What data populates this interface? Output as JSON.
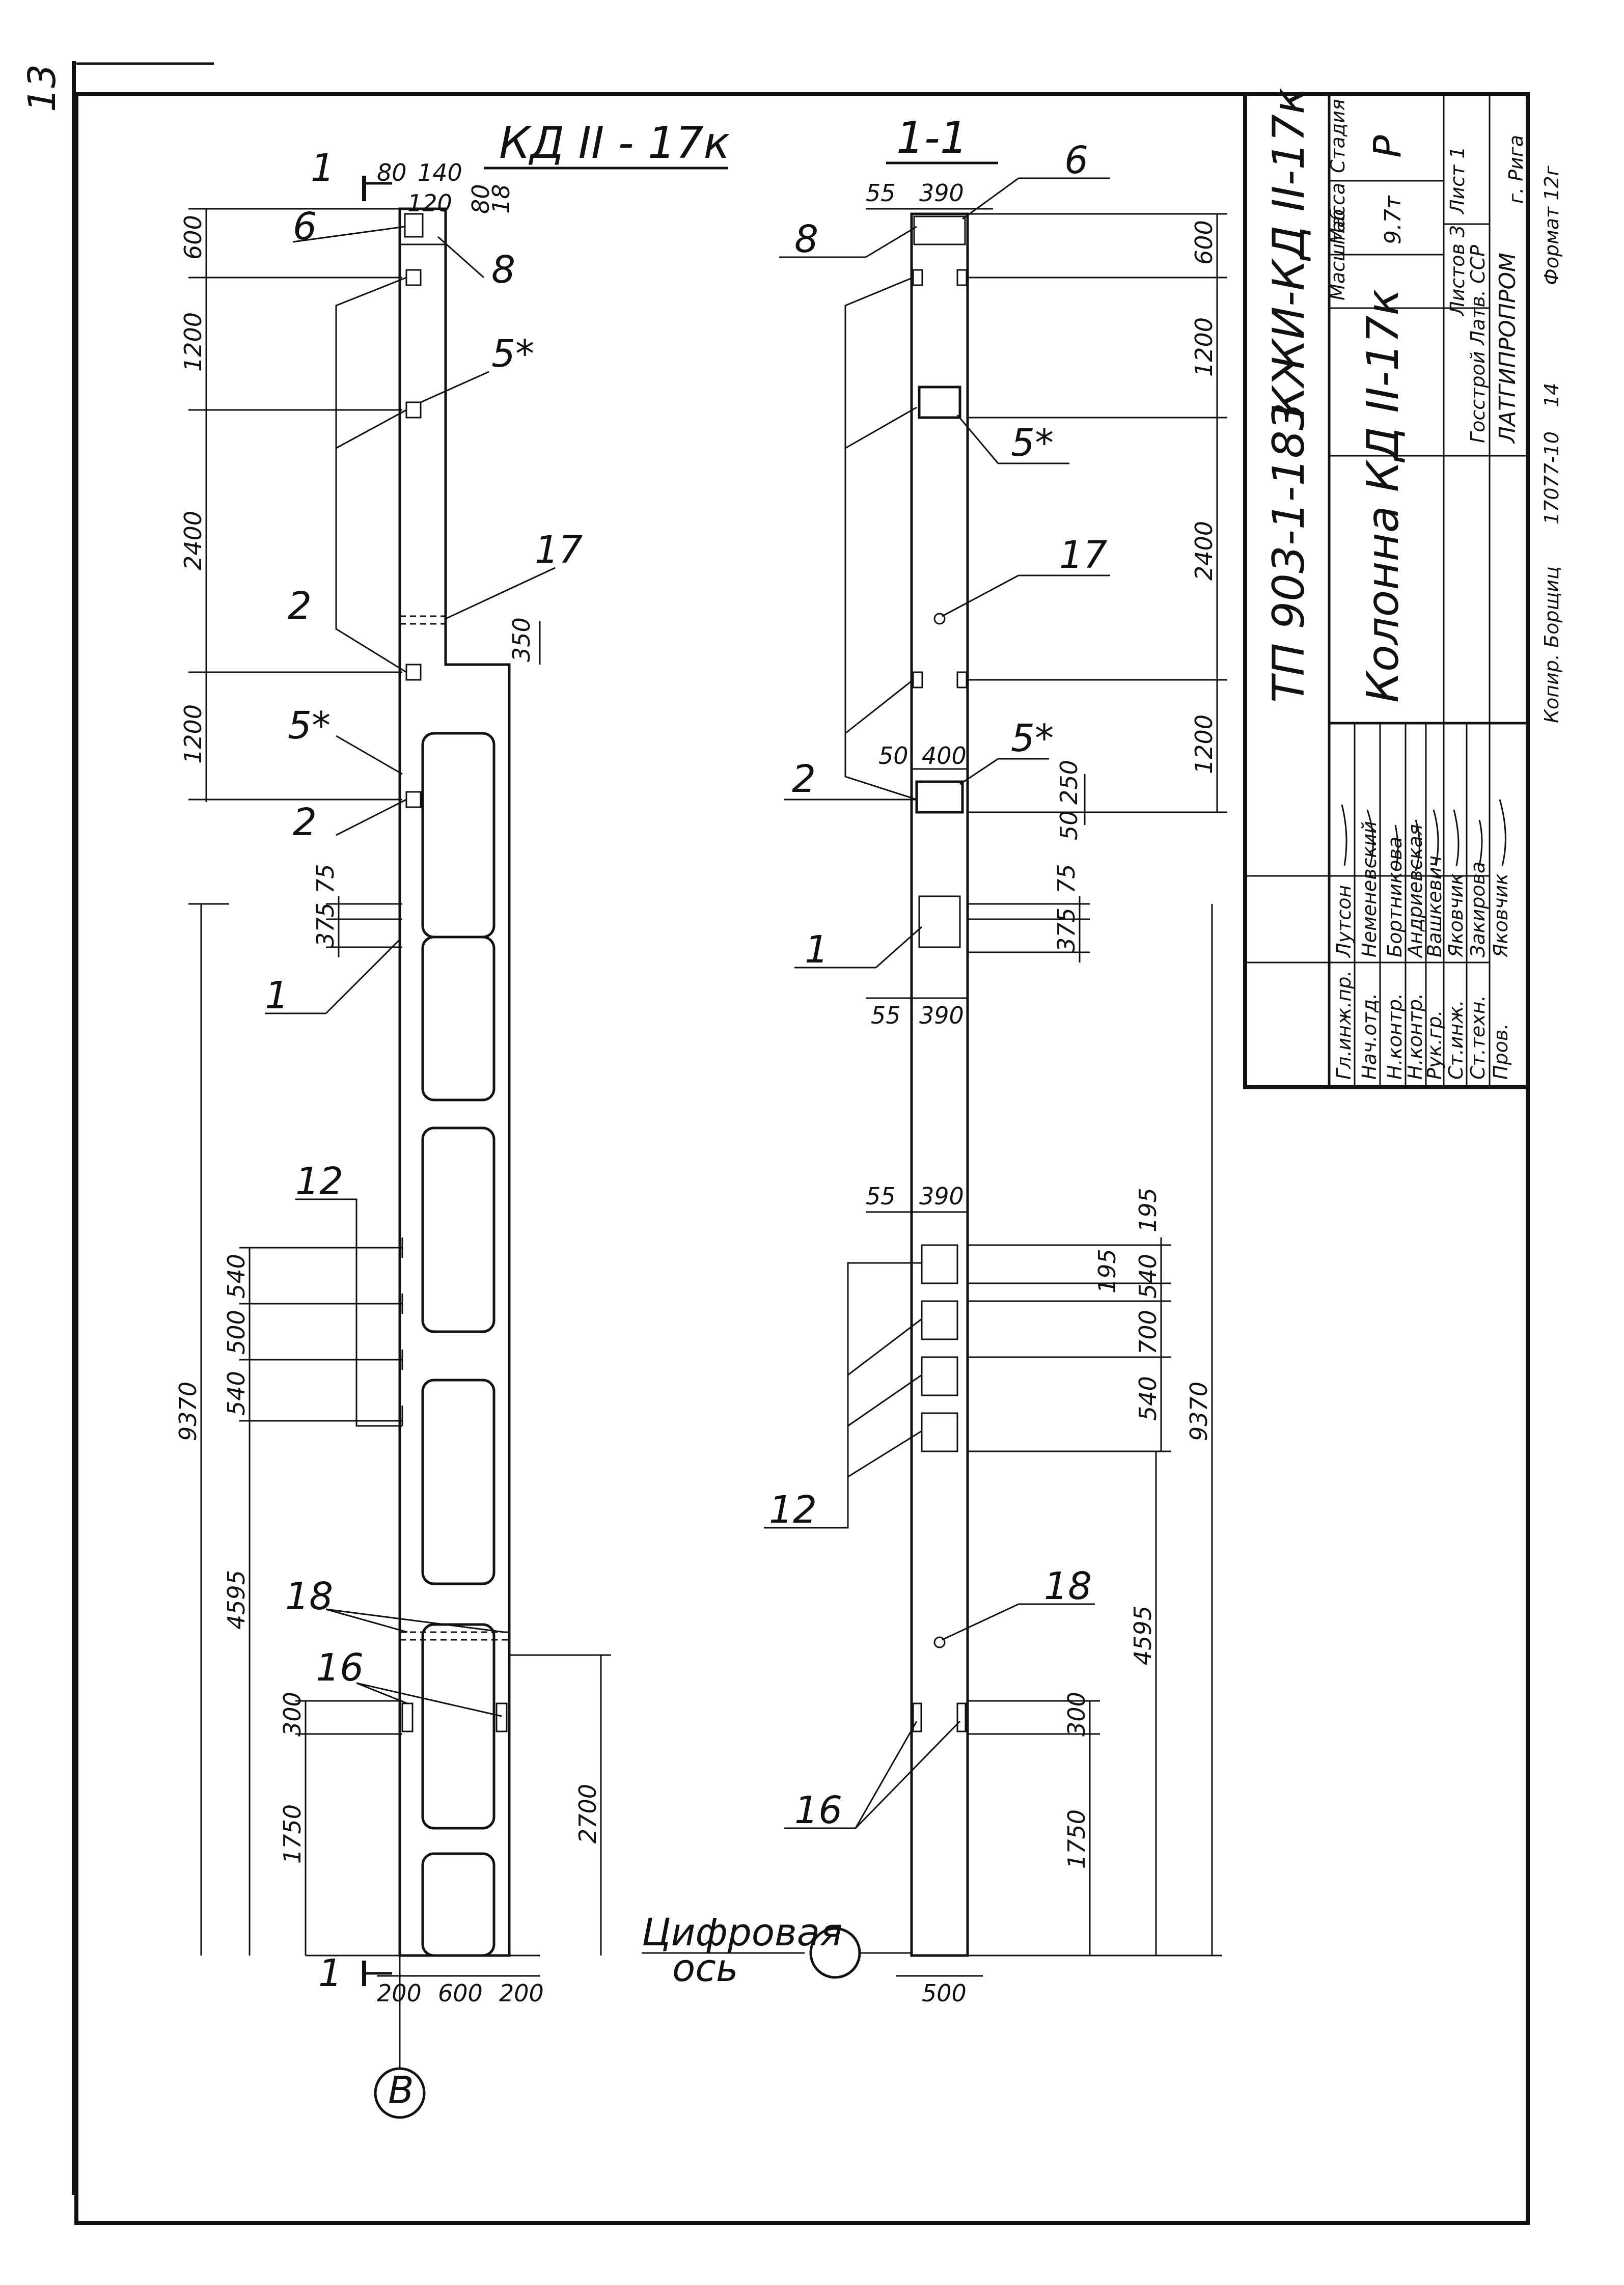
{
  "page": {
    "number": "13"
  },
  "views": {
    "left": {
      "title": "КД II - 17к",
      "section_mark": "1"
    },
    "right": {
      "title": "1-1"
    }
  },
  "dims_left": {
    "top_80": "80",
    "top_140": "140",
    "top_120": "120",
    "d_80": "80",
    "d_18": "18",
    "d600": "600",
    "d1200a": "1200",
    "d2400": "2400",
    "d350": "350",
    "d1200b": "1200",
    "d75": "75",
    "d375": "375",
    "d540a": "540",
    "d500": "500",
    "d540b": "540",
    "d9370": "9370",
    "d4595": "4595",
    "d300": "300",
    "d1750": "1750",
    "d2700": "2700",
    "b200a": "200",
    "b600": "600",
    "b200b": "200"
  },
  "dims_right": {
    "top55": "55",
    "top390": "390",
    "d600": "600",
    "d1200a": "1200",
    "d2400": "2400",
    "d1200b": "1200",
    "w50": "50",
    "w400": "400",
    "d250": "250",
    "d50": "50",
    "d75": "75",
    "d375": "375",
    "m55": "55",
    "m390": "390",
    "n55": "55",
    "n390": "390",
    "d195a": "195",
    "d195b": "195",
    "d540a": "540",
    "d700": "700",
    "d540b": "540",
    "d9370": "9370",
    "d4595": "4595",
    "d300": "300",
    "d1750": "1750",
    "b500": "500"
  },
  "labels": {
    "p1": "1",
    "p2": "2",
    "p5": "5*",
    "p6": "6",
    "p8": "8",
    "p12": "12",
    "p16": "16",
    "p17": "17",
    "p18": "18",
    "axis_b": "В",
    "digital_axis_1": "Цифровая",
    "digital_axis_2": "ось"
  },
  "title_block": {
    "doc_code": "ТП 903-1-183",
    "sheet_code": "КЖИ-КД II-17к",
    "name": "Колонна КД II-17к",
    "stage_h": "Стадия",
    "mass_h": "Масса",
    "scale_h": "Масштаб",
    "stage": "Р",
    "mass": "9.7т",
    "sheet": "Лист 1",
    "sheets": "Листов 3",
    "org1": "Госстрой Латв. ССР",
    "org2": "ЛАТГИПРОПРОМ",
    "org3": "г. Рига",
    "roles": [
      "Гл.инж.пр.",
      "Нач.отд.",
      "Н.контр.",
      "Н.контр.",
      "Рук.гр.",
      "Ст.инж.",
      "Ст.техн.",
      "Пров."
    ],
    "names": [
      "Лутсон",
      "Неменевский",
      "Бортникова",
      "Андриевская",
      "Вашкевич",
      "Яковчик",
      "Закирова",
      "Яковчик"
    ],
    "copied": "Копир. Борщиц",
    "order": "17077-10",
    "sheet_no": "14",
    "format": "Формат 12г"
  }
}
